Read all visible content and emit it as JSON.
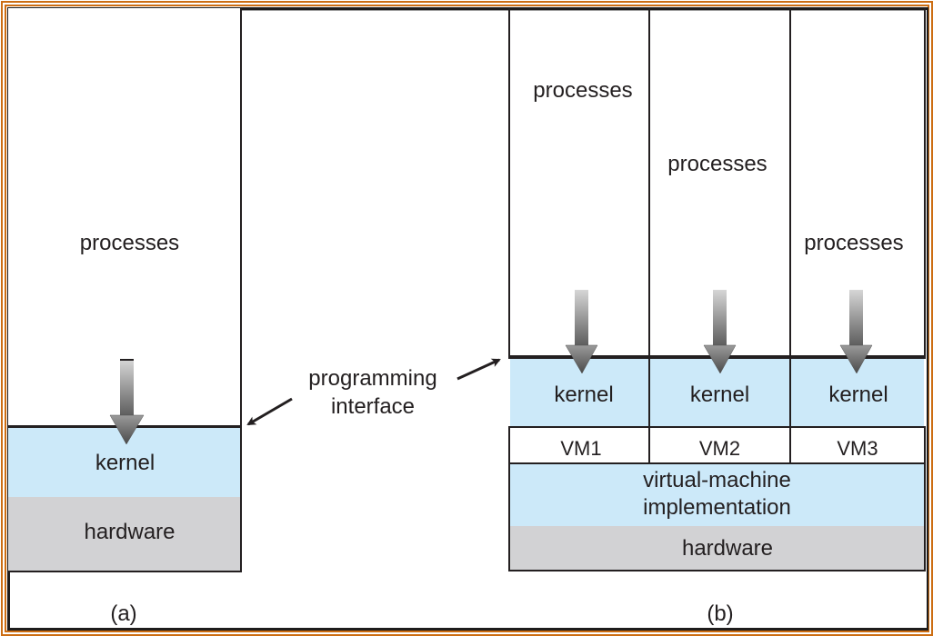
{
  "figure_a": {
    "caption": "(a)",
    "layers": {
      "processes": "processes",
      "kernel": "kernel",
      "hardware": "hardware"
    }
  },
  "figure_b": {
    "caption": "(b)",
    "virtual_machines": [
      {
        "processes": "processes",
        "kernel": "kernel",
        "vm": "VM1"
      },
      {
        "processes": "processes",
        "kernel": "kernel",
        "vm": "VM2"
      },
      {
        "processes": "processes",
        "kernel": "kernel",
        "vm": "VM3"
      }
    ],
    "vm_implementation": [
      "virtual-machine",
      "implementation"
    ],
    "hardware": "hardware"
  },
  "annotation": {
    "lines": [
      "programming",
      "interface"
    ]
  },
  "colors": {
    "kernel_fill": "#cce9f9",
    "hardware_fill": "#d2d2d4",
    "frame": "#cc6d12",
    "stroke": "#231f20"
  }
}
